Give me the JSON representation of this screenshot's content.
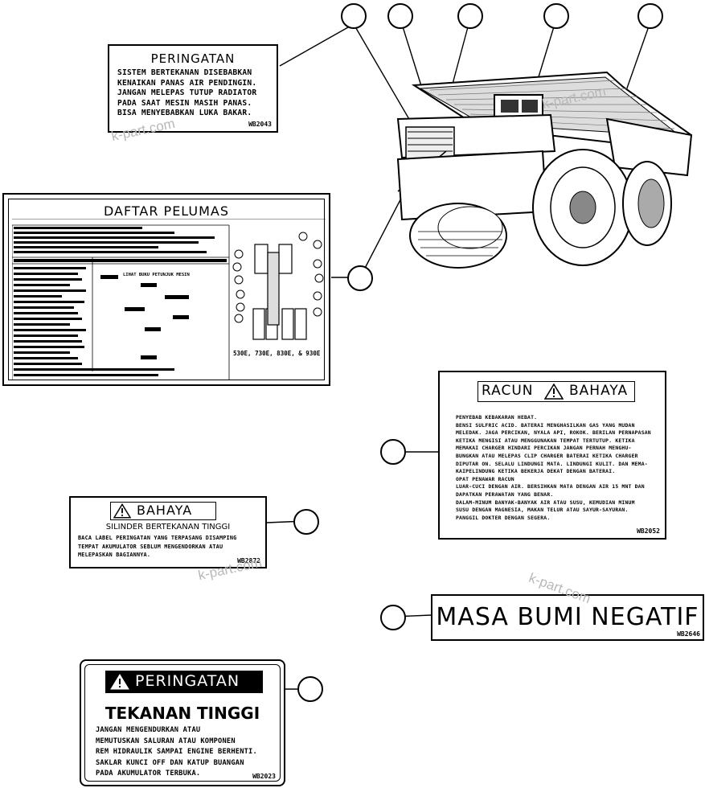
{
  "decal_peringatan_radiator": {
    "title": "PERINGATAN",
    "lines": [
      "SISTEM BERTEKANAN DISEBABKAN",
      "KENAIKAN PANAS AIR PENDINGIN.",
      "JANGAN MELEPAS TUTUP RADIATOR",
      "PADA SAAT MESIN MASIH PANAS.",
      "BISA MENYEBABKAN LUKA BAKAR."
    ],
    "code": "WB2043"
  },
  "decal_daftar_pelumas": {
    "title": "DAFTAR PELUMAS",
    "header_note": "LIHAT BUKU PETUNJUK MESIN",
    "models": "530E, 730E, 830E, & 930E"
  },
  "decal_racun_bahaya": {
    "title_left": "RACUN",
    "title_right": "BAHAYA",
    "lines": [
      "PENYEBAB KEBAKARAN HEBAT.",
      "BENSI SULFRIC ACID. BATERAI MENGHASILKAN GAS YANG MUDAN",
      "MELEDAK. JAGA PERCIKAN, NYALA API, ROKOK. BERILAN PERNAPASAN",
      "KETIKA MENGISI ATAU MENGGUNAKAN TEMPAT TERTUTUP. KETIKA",
      "MEMAKAI CHARGER HINDARI PERCIKAN JANGAN PERNAH MENGHU-",
      "BUNGKAN ATAU MELEPAS CLIP CHARGER BATERAI KETIKA CHARGER",
      "DIPUTAR ON. SELALU LINDUNGI MATA. LINDUNGI KULIT. DAN MEMA-",
      "KAIPELINDUNG KETIKA BEKERJA DEKAT DENGAN BATERAI.",
      "OPAT PENAWAR RACUN",
      "LUAR-CUCI DENGAN AIR. BERSIHKAN MATA DENGAN AIR 15 MNT DAN",
      "DAPATKAN PERAWATAN YANG BENAR.",
      "DALAM-MINUM BANYAK-BANYAK AIR ATAU SUSU, KEMUDIAN MINUM",
      "SUSU DENGAN MAGNESIA, MAKAN TELUR ATAU SAYUR-SAYURAN.",
      "PANGGIL DOKTER DENGAN SEGERA."
    ],
    "code": "WB2052"
  },
  "decal_silinder": {
    "title": "BAHAYA",
    "subtitle": "SILINDER BERTEKANAN TINGGI",
    "lines": [
      "BACA LABEL PERINGATAN YANG TERPASANG DISAMPING",
      "TEMPAT AKUMULATOR SEBLUM MENGENDORKAN ATAU",
      "MELEPASKAN BAGIANNYA."
    ],
    "code": "WB2872"
  },
  "decal_masa_bumi": {
    "text": "MASA BUMI NEGATIF",
    "code": "WB2646"
  },
  "decal_tekanan_tinggi": {
    "banner": "PERINGATAN",
    "title": "TEKANAN TINGGI",
    "lines": [
      "JANGAN MENGENDURKAN ATAU",
      "MEMUTUSKAN SALURAN ATAU KOMPONEN",
      "REM HIDRAULIK SAMPAI ENGINE BERHENTI.",
      "SAKLAR KUNCI OFF DAN KATUP BUANGAN",
      "PADA AKUMULATOR TERBUKA."
    ],
    "code": "WB2023"
  },
  "watermarks": [
    "k-part.com",
    "k-part.com",
    "k-part.com",
    "k-part.com"
  ],
  "icons": {
    "warning": "warning-triangle-icon",
    "truck": "dump-truck-illustration"
  }
}
